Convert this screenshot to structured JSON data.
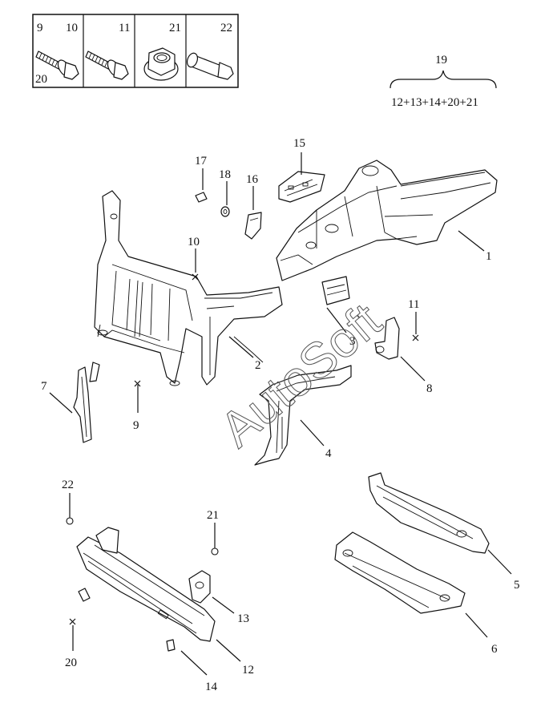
{
  "callouts": {
    "c1": "1",
    "c2": "2",
    "c3": "3",
    "c4": "4",
    "c5": "5",
    "c6": "6",
    "c7": "7",
    "c8": "8",
    "c9": "9",
    "c10": "10",
    "c11": "11",
    "c12": "12",
    "c13": "13",
    "c14": "14",
    "c15": "15",
    "c16": "16",
    "c17": "17",
    "c18": "18",
    "c20": "20",
    "c21": "21",
    "c22": "22"
  },
  "fastener_legend": {
    "cells": [
      {
        "labels": [
          "9",
          "10",
          "20"
        ],
        "icon": "flange-bolt-icon"
      },
      {
        "labels": [
          "11"
        ],
        "icon": "flange-bolt-icon"
      },
      {
        "labels": [
          "21"
        ],
        "icon": "hex-flange-nut-icon"
      },
      {
        "labels": [
          "22"
        ],
        "icon": "sleeve-nut-icon"
      }
    ]
  },
  "kit": {
    "number": "19",
    "contents": "12+13+14+20+21"
  },
  "watermark": "AutoSoft"
}
